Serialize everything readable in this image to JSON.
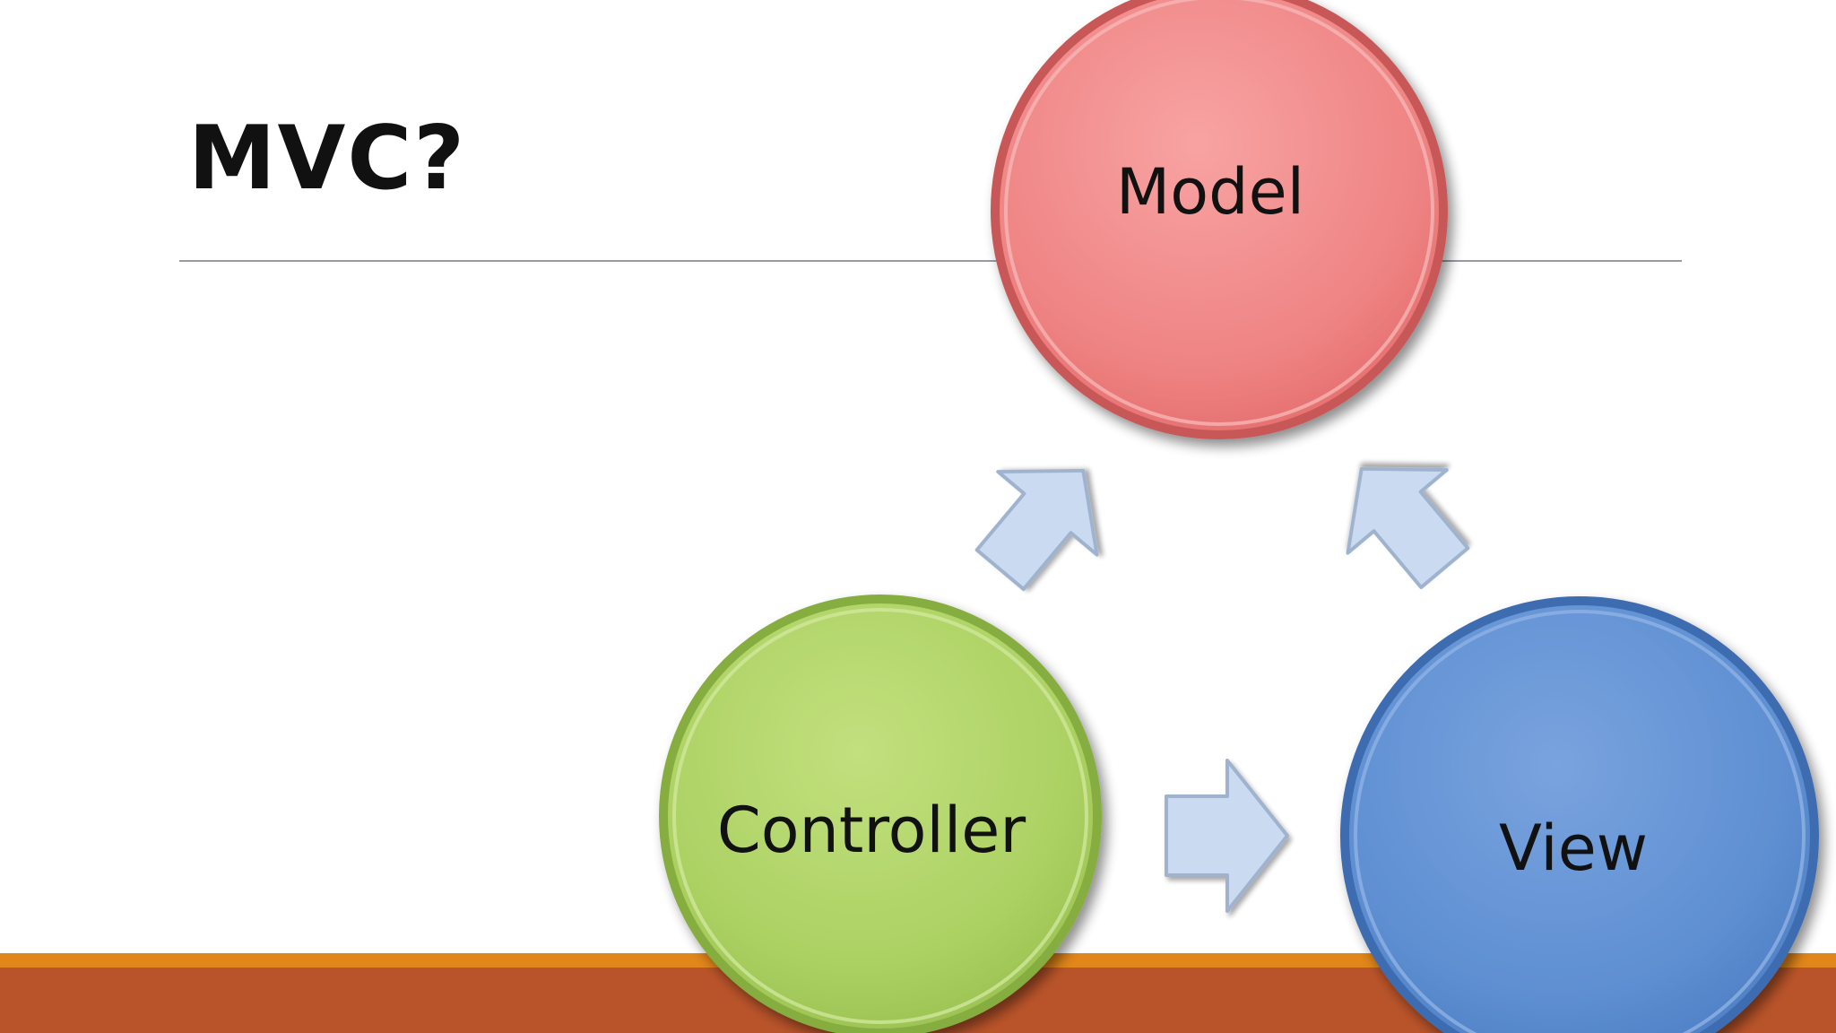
{
  "slide": {
    "title": "MVC?"
  },
  "diagram": {
    "nodes": {
      "model": {
        "label": "Model",
        "color": "#ef7f7f"
      },
      "controller": {
        "label": "Controller",
        "color": "#a9cf5d"
      },
      "view": {
        "label": "View",
        "color": "#5a8bd0"
      }
    },
    "arrows": [
      {
        "from": "controller",
        "to": "model"
      },
      {
        "from": "view",
        "to": "model"
      },
      {
        "from": "controller",
        "to": "view"
      }
    ],
    "arrow_color": "#c7d8f0"
  },
  "colors": {
    "accent_orange": "#e0861a",
    "accent_rust": "#b9542a"
  }
}
